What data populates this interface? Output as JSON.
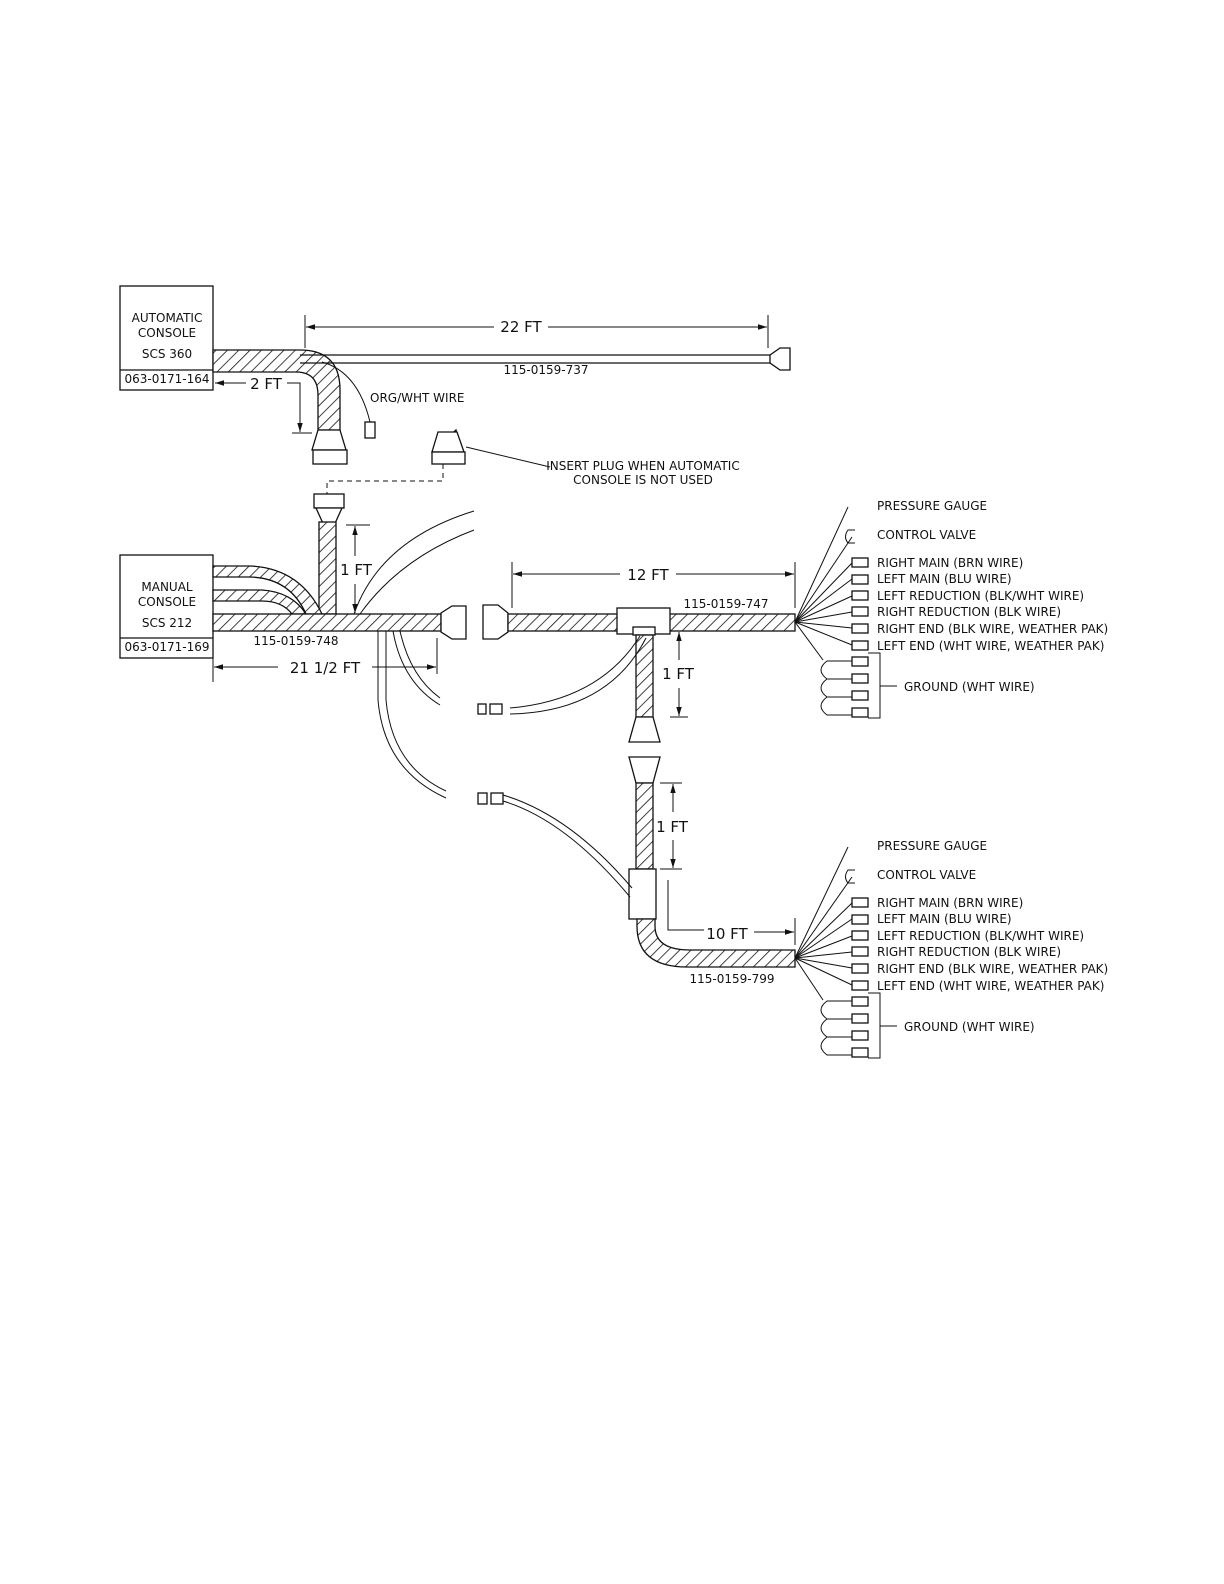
{
  "automatic_console": {
    "line1": "AUTOMATIC",
    "line2": "CONSOLE",
    "model": "SCS 360",
    "part": "063-0171-164"
  },
  "manual_console": {
    "line1": "MANUAL",
    "line2": "CONSOLE",
    "model": "SCS 212",
    "part": "063-0171-169"
  },
  "cables": {
    "c737": "115-0159-737",
    "c748": "115-0159-748",
    "c747": "115-0159-747",
    "c799": "115-0159-799"
  },
  "dimensions": {
    "d22": "22 FT",
    "d2": "2 FT",
    "d1a": "1 FT",
    "d21": "21 1/2 FT",
    "d12": "12 FT",
    "d1b": "1 FT",
    "d1c": "1 FT",
    "d10": "10 FT"
  },
  "notes": {
    "org_wire": "ORG/WHT WIRE",
    "insert_plug_line1": "INSERT PLUG WHEN AUTOMATIC",
    "insert_plug_line2": "CONSOLE IS NOT USED"
  },
  "wire_labels_upper": {
    "pressure_gauge": "PRESSURE GAUGE",
    "control_valve": "CONTROL VALVE",
    "right_main": "RIGHT MAIN (BRN WIRE)",
    "left_main": "LEFT MAIN (BLU WIRE)",
    "left_reduction": "LEFT REDUCTION (BLK/WHT WIRE)",
    "right_reduction": "RIGHT REDUCTION (BLK WIRE)",
    "right_end": "RIGHT END (BLK WIRE, WEATHER PAK)",
    "left_end": "LEFT END (WHT WIRE, WEATHER PAK)",
    "ground": "GROUND (WHT WIRE)"
  },
  "wire_labels_lower": {
    "pressure_gauge": "PRESSURE GAUGE",
    "control_valve": "CONTROL VALVE",
    "right_main": "RIGHT MAIN (BRN WIRE)",
    "left_main": "LEFT MAIN (BLU WIRE)",
    "left_reduction": "LEFT REDUCTION (BLK/WHT WIRE)",
    "right_reduction": "RIGHT REDUCTION (BLK WIRE)",
    "right_end": "RIGHT END (BLK WIRE, WEATHER PAK)",
    "left_end": "LEFT END (WHT WIRE, WEATHER PAK)",
    "ground": "GROUND (WHT WIRE)"
  }
}
